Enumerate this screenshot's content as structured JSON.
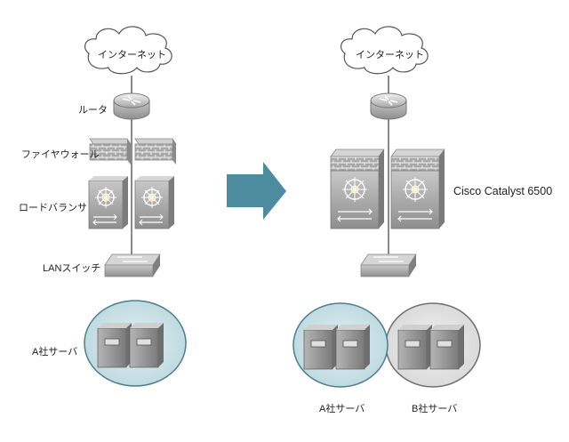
{
  "before": {
    "internet_label": "インターネット",
    "router_label": "ルータ",
    "firewall_label": "ファイヤウォール",
    "loadbalancer_label": "ロードバランサ",
    "switch_label": "LANスイッチ",
    "servers_label": "A社サーバ"
  },
  "after": {
    "internet_label": "インターネット",
    "catalyst_label": "Cisco Catalyst 6500",
    "servers_a_label": "A社サーバ",
    "servers_b_label": "B社サーバ"
  },
  "colors": {
    "arrow": "#4d8c9e",
    "zone_a": "#cfe4e9",
    "zone_b": "#e6e6e6",
    "device_gray": "#9a9a9a"
  }
}
